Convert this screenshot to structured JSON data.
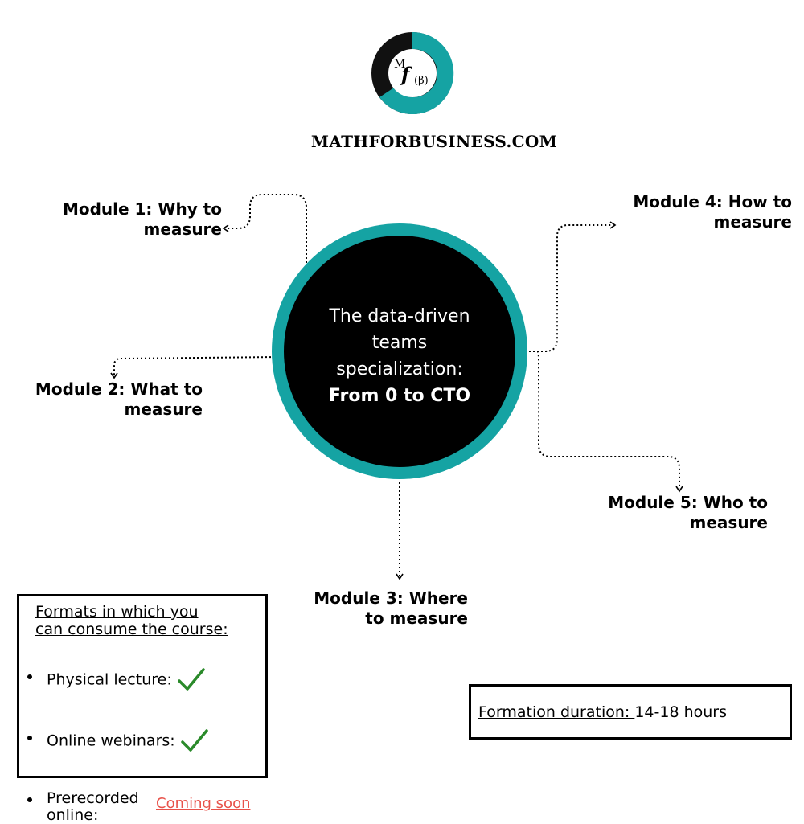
{
  "brand": {
    "logo_letters": "M",
    "logo_f": "f",
    "logo_sub": "(β)",
    "site_name": "MATHFORBUSINESS.COM",
    "colors": {
      "teal": "#15a3a3",
      "dark": "#000000",
      "link_red": "#e8524a",
      "check_green": "#2a8a2a"
    }
  },
  "hub": {
    "lines": [
      "The data-driven",
      "teams",
      "specialization:"
    ],
    "bold_line": "From 0 to CTO"
  },
  "modules": [
    {
      "line1": "Module 1: Why to",
      "line2": "measure"
    },
    {
      "line1": "Module 2: What to",
      "line2": "measure"
    },
    {
      "line1": "Module 3: Where",
      "line2": "to measure"
    },
    {
      "line1": "Module 4: How to",
      "line2": "measure"
    },
    {
      "line1": "Module 5: Who to",
      "line2": "measure"
    }
  ],
  "formats": {
    "title": "Formats in which you can consume the course:",
    "items": [
      {
        "label": "Physical lecture:",
        "status_icon": "check-icon"
      },
      {
        "label": "Online webinars:",
        "status_icon": "check-icon"
      },
      {
        "label_line1": "Prerecorded",
        "label_line2": "online:",
        "status_text": "Coming soon"
      }
    ]
  },
  "duration": {
    "label": "Formation duration: ",
    "value": "14-18 hours"
  }
}
